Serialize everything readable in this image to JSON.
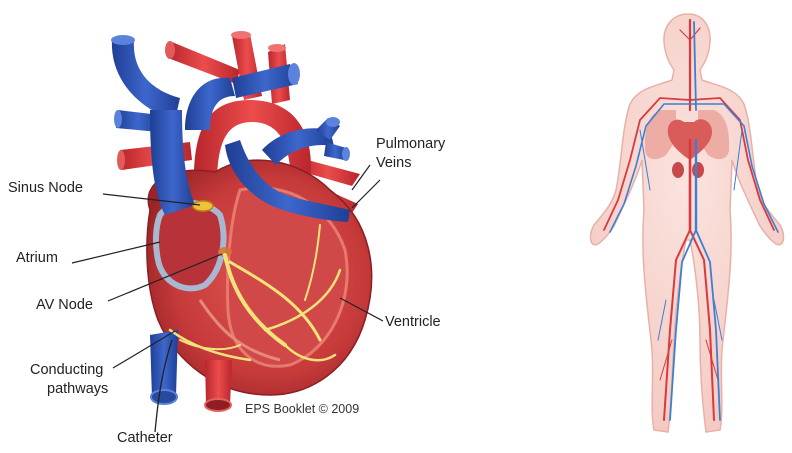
{
  "heart_diagram": {
    "labels": {
      "sinus_node": "Sinus Node",
      "atrium": "Atrium",
      "av_node": "AV Node",
      "conducting_line1": "Conducting",
      "conducting_line2": "pathways",
      "catheter": "Catheter",
      "pulmonary_line1": "Pulmonary",
      "pulmonary_line2": "Veins",
      "ventricle": "Ventricle"
    },
    "credit": "EPS Booklet © 2009"
  },
  "colors": {
    "vein_blue": "#2f56b8",
    "artery_red": "#d8343a",
    "muscle": "#c9403e",
    "conduction_yellow": "#f4e37a",
    "body_fill": "#f7d4cf",
    "leader_line": "#222222"
  }
}
